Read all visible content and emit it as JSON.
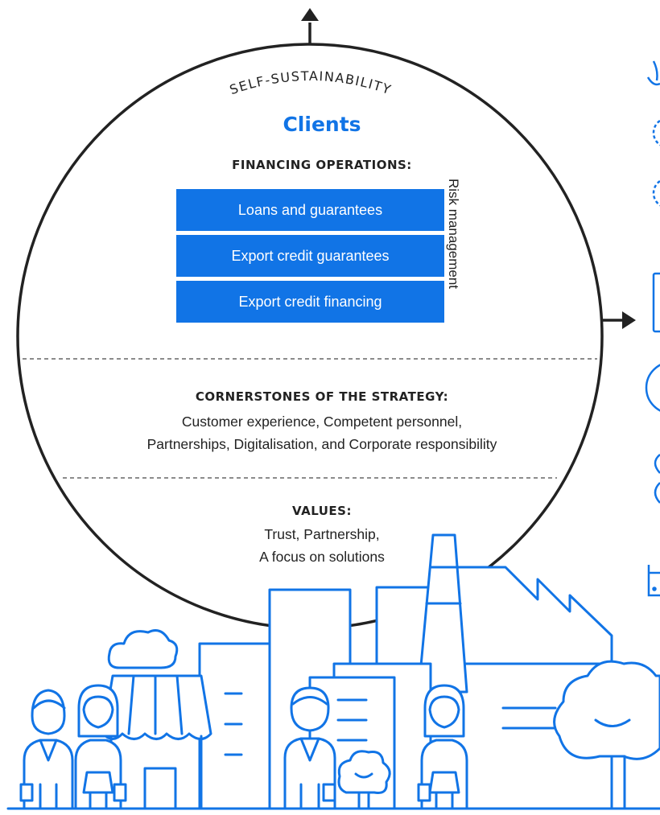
{
  "arc_title": "SELF-SUSTAINABILITY",
  "clients": "Clients",
  "financing": {
    "heading": "FINANCING OPERATIONS:",
    "items": [
      "Loans and guarantees",
      "Export credit guarantees",
      "Export credit financing"
    ],
    "side_label": "Risk management"
  },
  "cornerstones": {
    "heading": "CORNERSTONES OF THE STRATEGY:",
    "line1": "Customer experience, Competent personnel,",
    "line2": "Partnerships, Digitalisation, and Corporate responsibility"
  },
  "values": {
    "heading": "VALUES:",
    "line1": "Trust, Partnership,",
    "line2": "A focus on solutions"
  },
  "colors": {
    "accent": "#1174e6",
    "outline": "#222222",
    "dash": "#666666"
  }
}
